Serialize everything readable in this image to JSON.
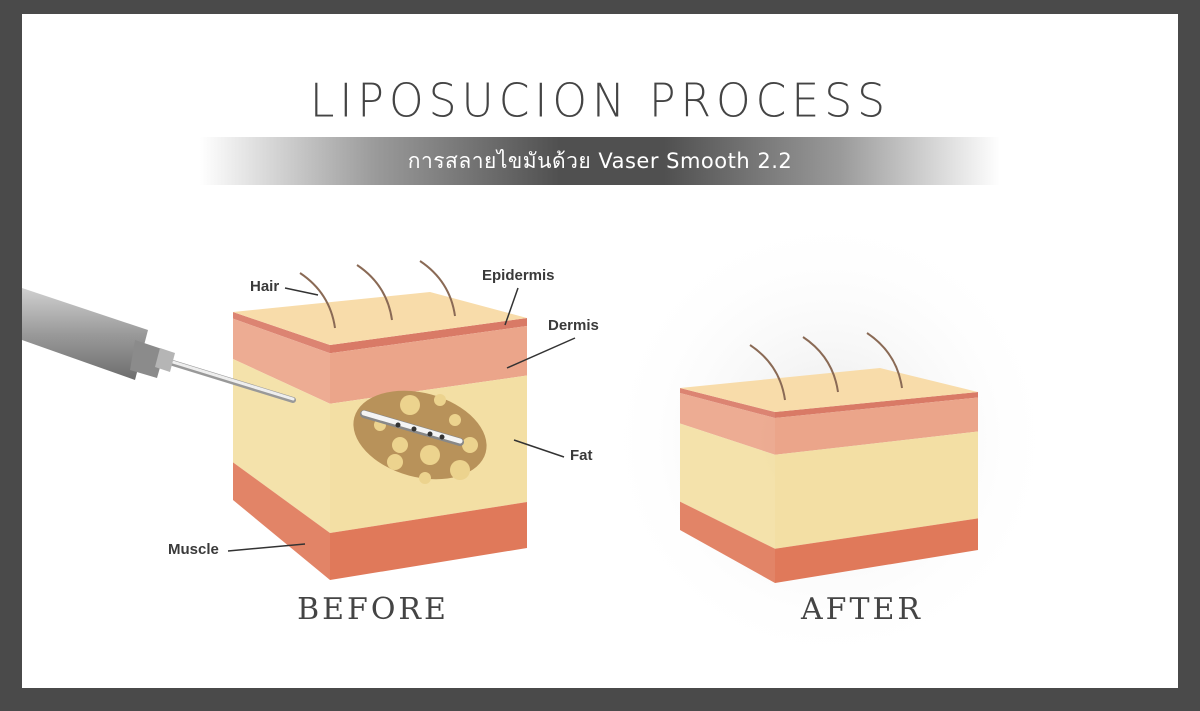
{
  "title": "LIPOSUCION PROCESS",
  "subtitle": "การสลายไขมันด้วย Vaser Smooth 2.2",
  "labels": {
    "hair": "Hair",
    "epidermis": "Epidermis",
    "dermis": "Dermis",
    "fat": "Fat",
    "muscle": "Muscle"
  },
  "captions": {
    "before": "BEFORE",
    "after": "AFTER"
  },
  "colors": {
    "frame": "#4a4a4a",
    "skin_top": "#f8dcaa",
    "epidermis": "#d97a66",
    "dermis": "#eba58a",
    "fat": "#f3dfa4",
    "muscle": "#e0795a",
    "fat_cluster": "#b8925a"
  }
}
